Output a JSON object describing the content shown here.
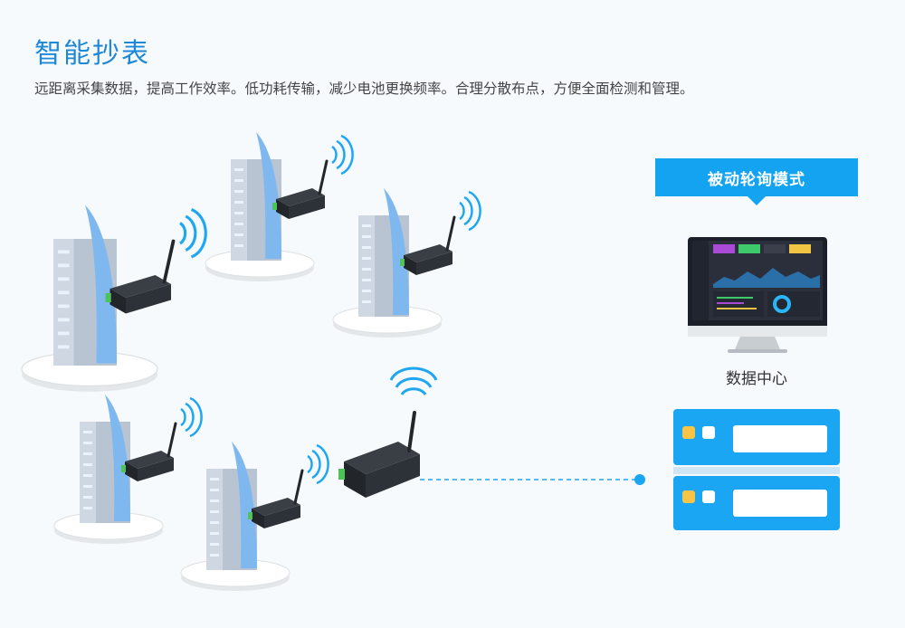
{
  "header": {
    "title": "智能抄表",
    "subtitle": "远距离采集数据，提高工作效率。低功耗传输，减少电池更换频率。合理分散布点，方便全面检测和管理。"
  },
  "mode_banner": {
    "label": "被动轮询模式"
  },
  "data_center": {
    "label": "数据中心"
  },
  "colors": {
    "accent": "#1f88d6",
    "banner": "#14a3f0",
    "server": "#1aa6f2",
    "led_yellow": "#f7c447"
  },
  "icons": [
    "building-icon",
    "wireless-transmitter-icon",
    "wifi-signal-icon",
    "monitor-icon",
    "server-icon"
  ]
}
